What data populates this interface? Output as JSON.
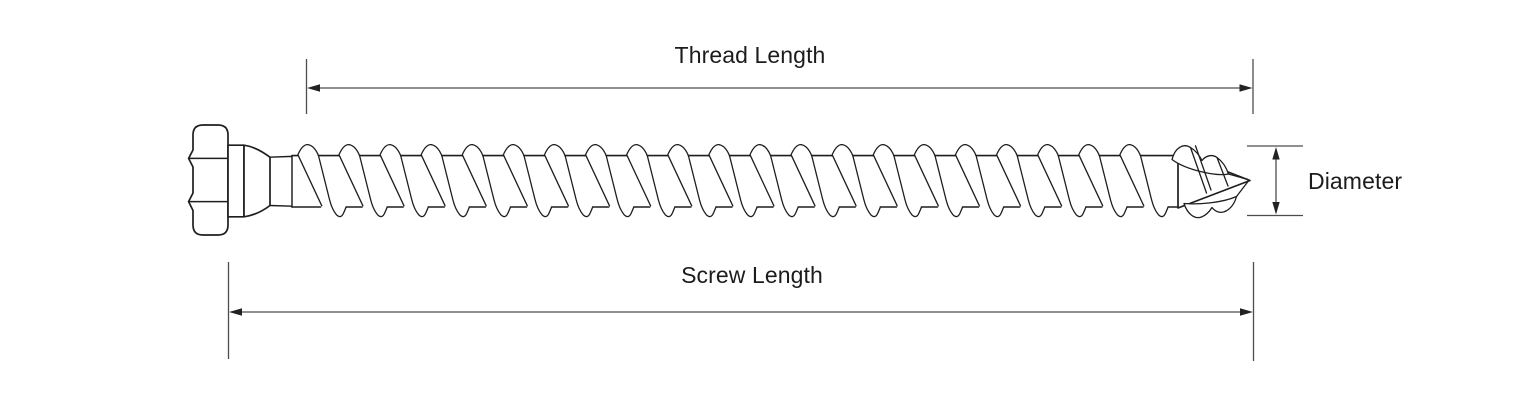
{
  "diagram": {
    "dimensions": {
      "thread_length": {
        "label": "Thread Length"
      },
      "screw_length": {
        "label": "Screw Length"
      },
      "diameter": {
        "label": "Diameter"
      }
    },
    "colors": {
      "line": "#1e1e1e",
      "dimension_line": "#4d4d4d",
      "arrowhead": "#222222",
      "text": "#1c1c1c",
      "background": "#ffffff"
    }
  }
}
